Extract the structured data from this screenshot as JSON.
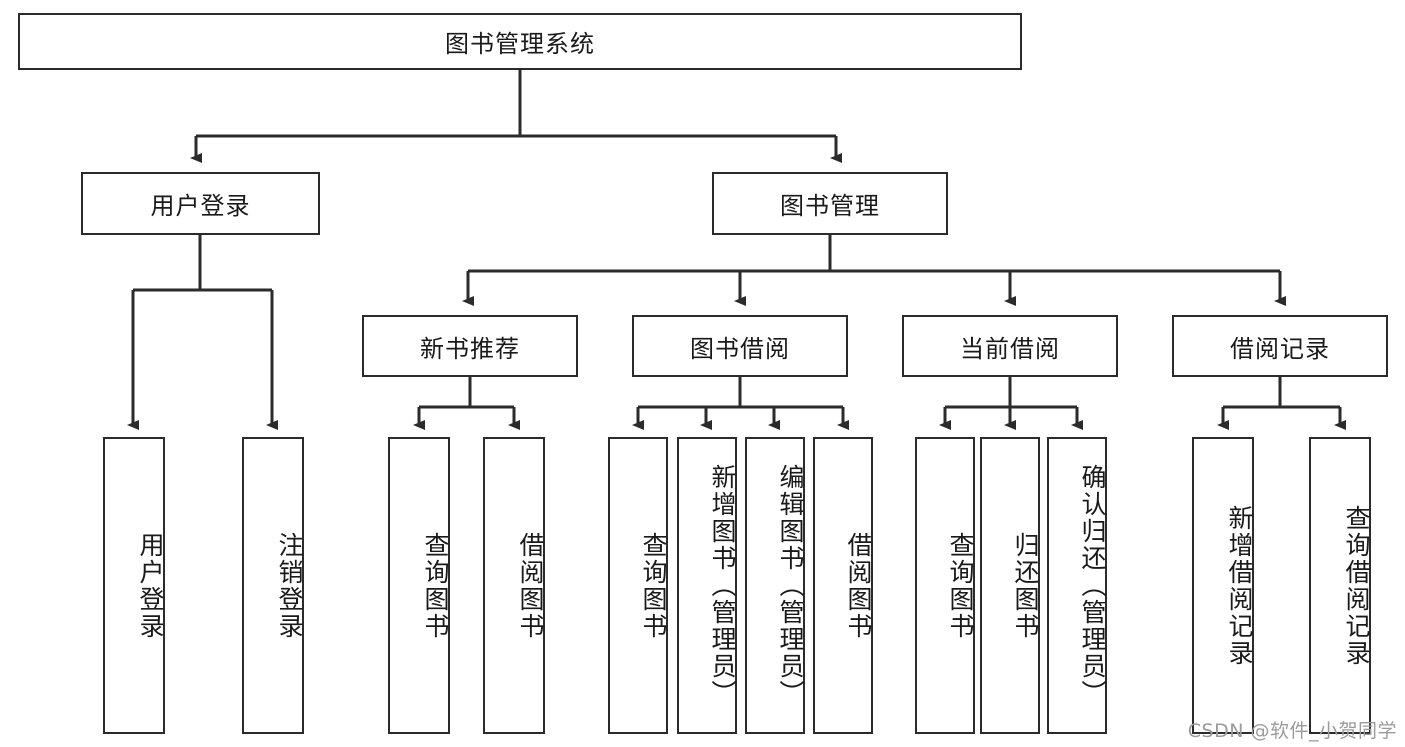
{
  "diagram": {
    "type": "tree-hierarchy-chart",
    "title": "图书管理系统",
    "colors": {
      "box_border": "#2b2b2b",
      "box_fill": "#ffffff",
      "connector": "#2b2b2b",
      "text": "#1a1a1a",
      "watermark": "#9b9b9b",
      "background": "#ffffff"
    },
    "root": {
      "label": "图书管理系统"
    },
    "level1": [
      {
        "label": "用户登录"
      },
      {
        "label": "图书管理"
      }
    ],
    "level2": [
      {
        "label": "新书推荐"
      },
      {
        "label": "图书借阅"
      },
      {
        "label": "当前借阅"
      },
      {
        "label": "借阅记录"
      }
    ],
    "leaves": {
      "user_login": [
        {
          "label": "用户登录"
        },
        {
          "label": "注销登录"
        }
      ],
      "new_book_recommend": [
        {
          "label": "查询图书"
        },
        {
          "label": "借阅图书"
        }
      ],
      "book_borrow": [
        {
          "label": "查询图书"
        },
        {
          "label": "新增图书（管理员）"
        },
        {
          "label": "编辑图书（管理员）"
        },
        {
          "label": "借阅图书"
        }
      ],
      "current_borrow": [
        {
          "label": "查询图书"
        },
        {
          "label": "归还图书"
        },
        {
          "label": "确认归还（管理员）"
        }
      ],
      "borrow_record": [
        {
          "label": "新增借阅记录"
        },
        {
          "label": "查询借阅记录"
        }
      ]
    }
  },
  "watermark": {
    "text": "CSDN @软件_小贺同学"
  }
}
